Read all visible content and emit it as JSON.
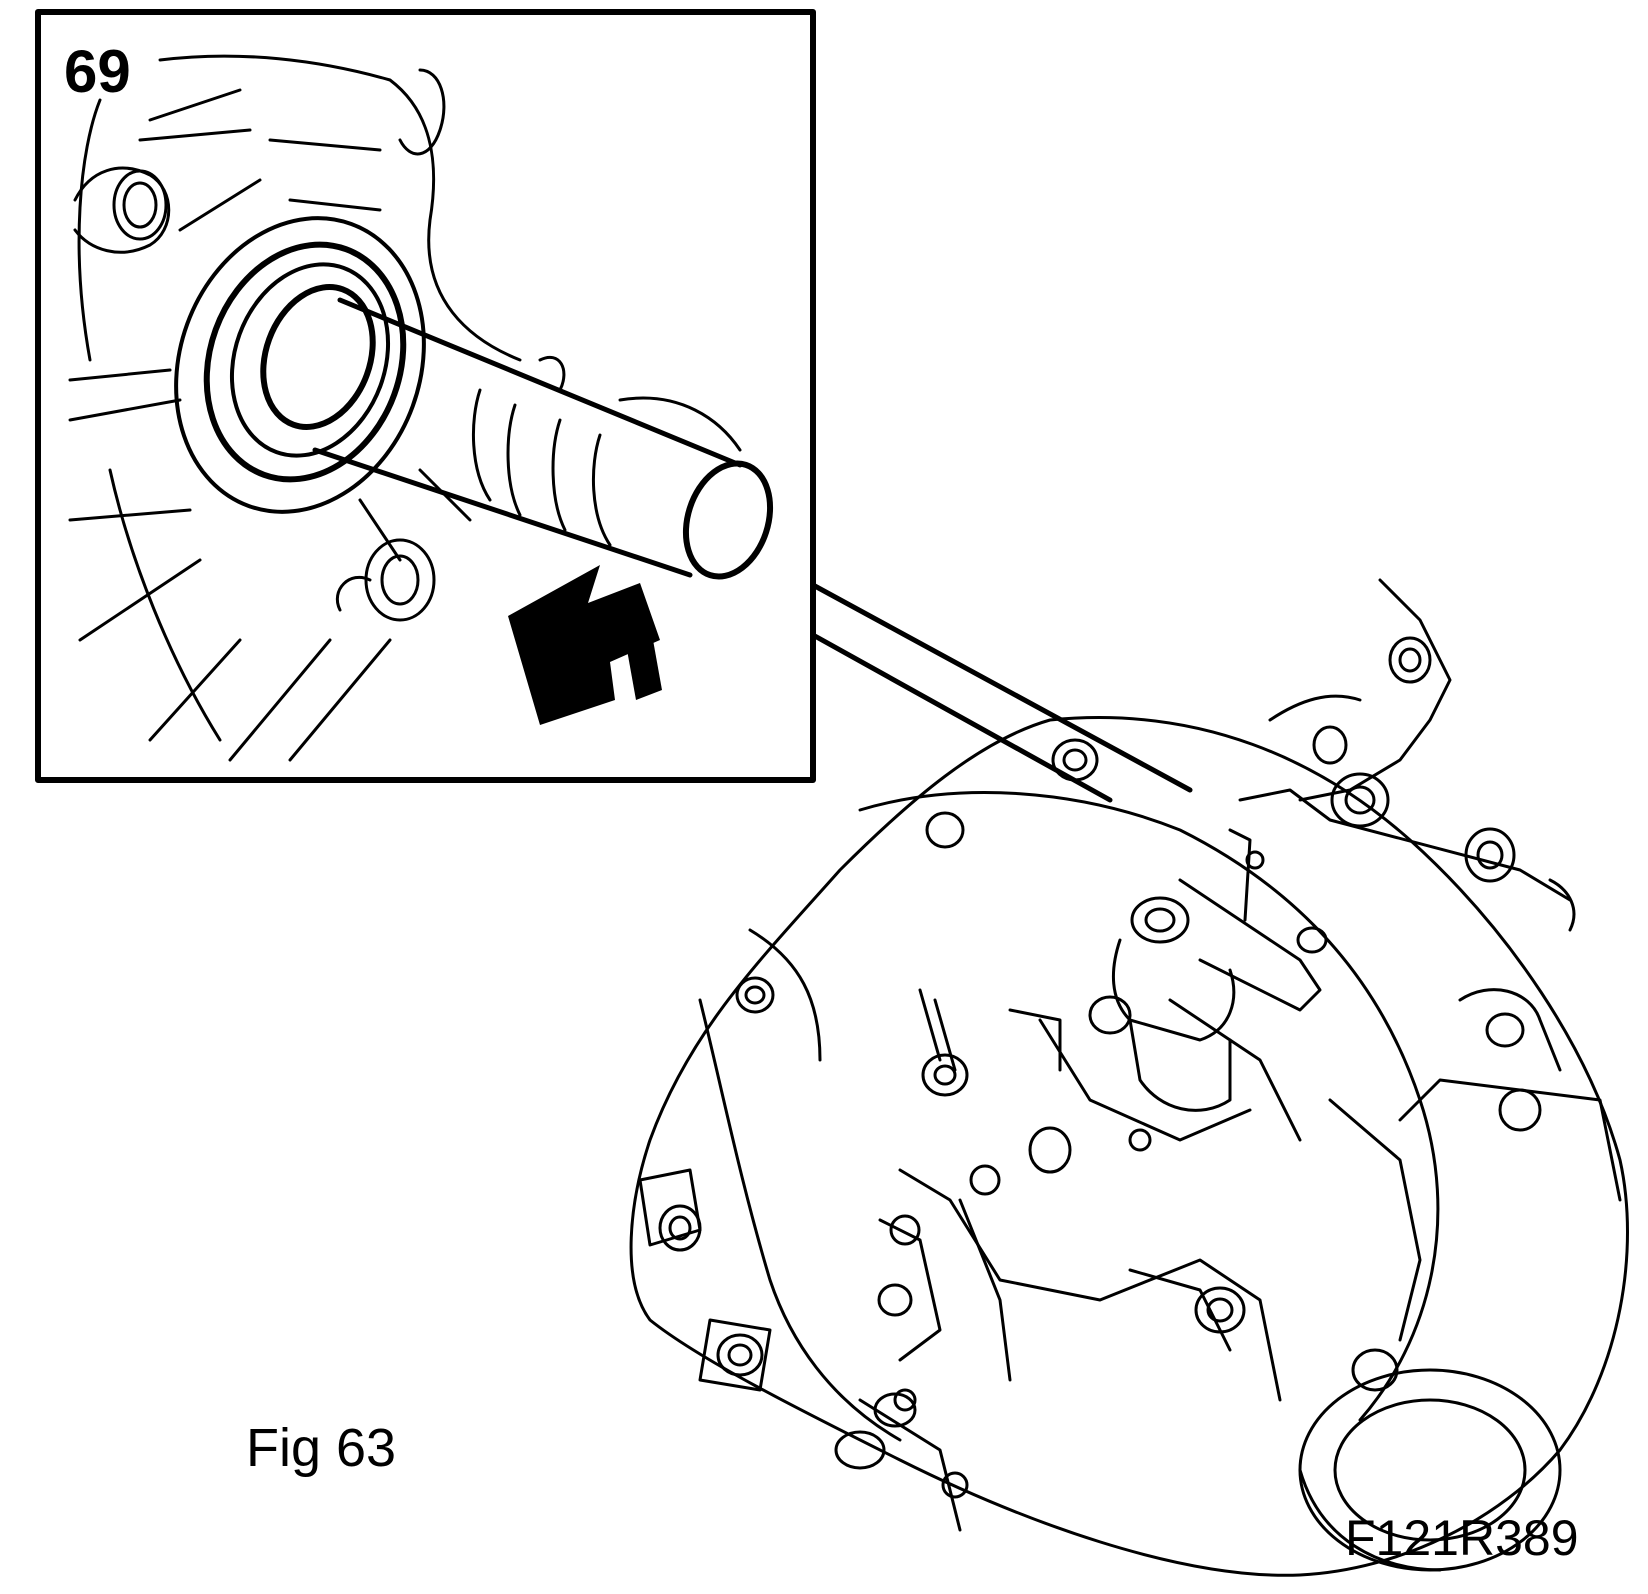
{
  "figure": {
    "callout_number": "69",
    "caption": "Fig 63",
    "drawing_code": "F121R389"
  },
  "colors": {
    "line": "#000000",
    "background": "#ffffff"
  }
}
